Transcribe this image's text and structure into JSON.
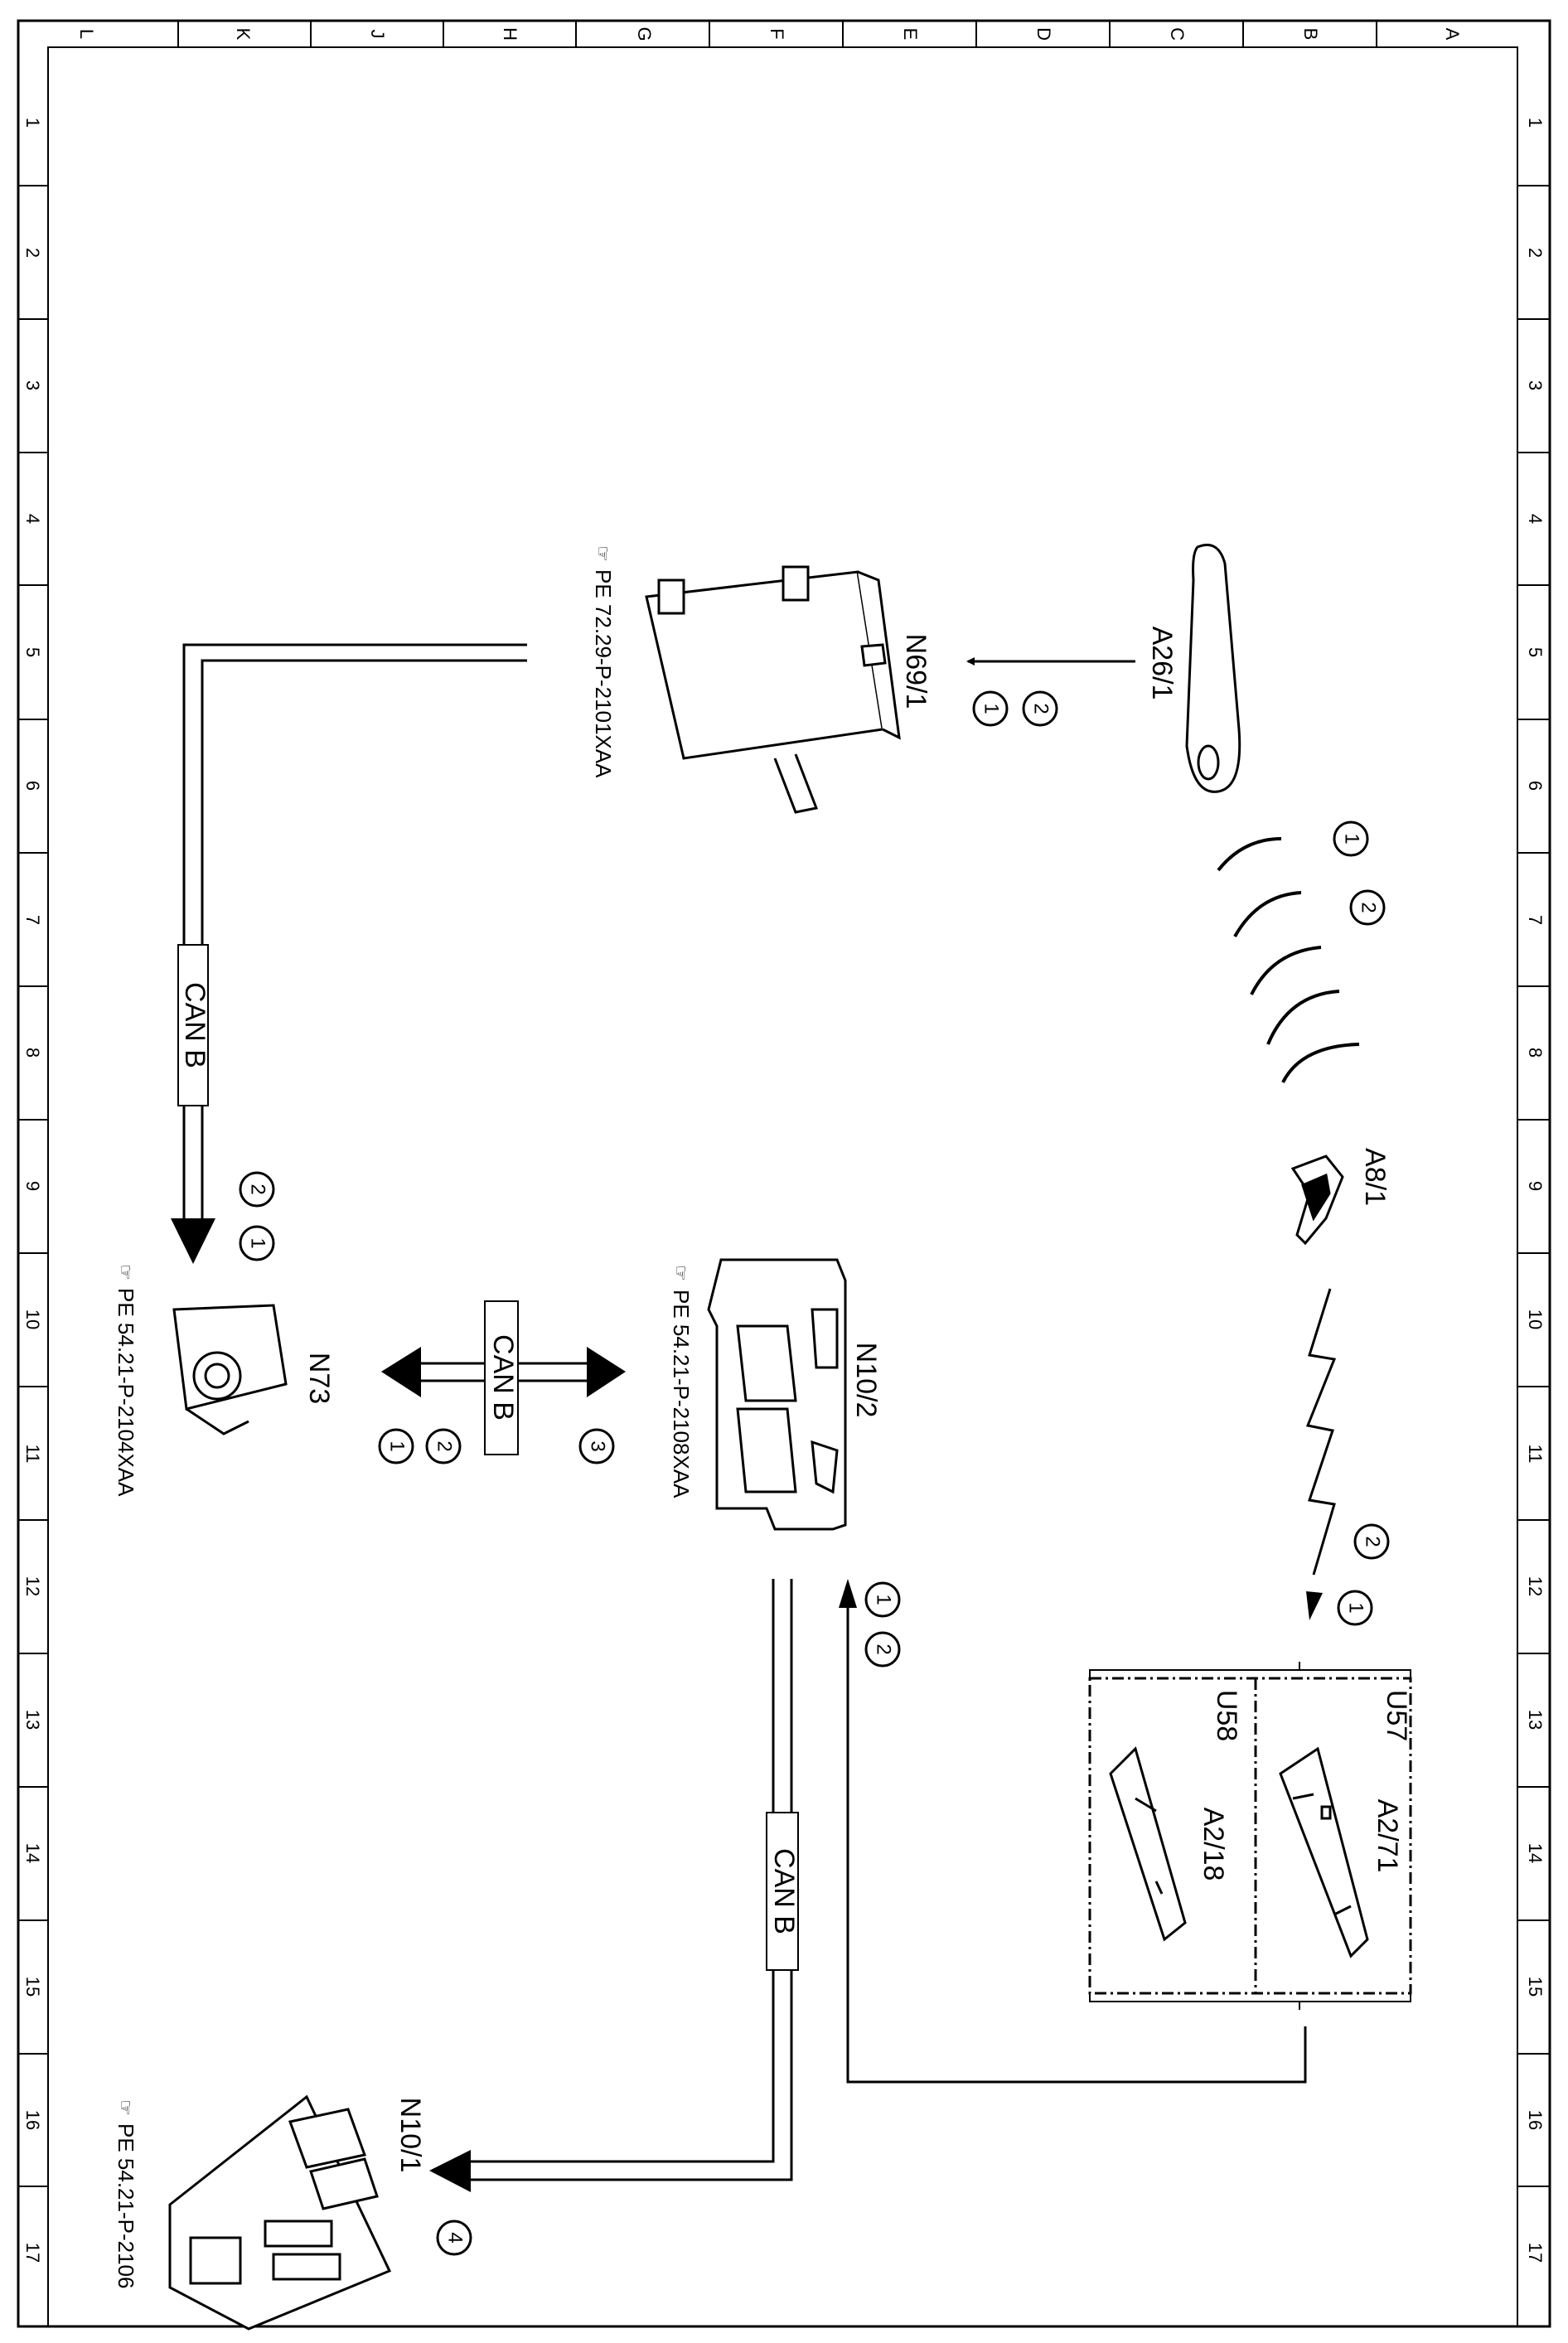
{
  "frame": {
    "columns": [
      "L",
      "K",
      "J",
      "H",
      "G",
      "F",
      "E",
      "D",
      "C",
      "B",
      "A"
    ],
    "rows": [
      "1",
      "2",
      "3",
      "4",
      "5",
      "6",
      "7",
      "8",
      "9",
      "10",
      "11",
      "12",
      "13",
      "14",
      "15",
      "16",
      "17"
    ]
  },
  "components": {
    "a26_1": "A26/1",
    "n69_1": "N69/1",
    "a8_1": "A8/1",
    "n10_2": "N10/2",
    "n73": "N73",
    "n10_1": "N10/1",
    "u57": "U57",
    "u58": "U58",
    "a2_71": "A2/71",
    "a2_18": "A2/18"
  },
  "references": {
    "n69_1": "PE 72.29-P-2101XAA",
    "n10_2": "PE 54.21-P-2108XAA",
    "n73": "PE 54.21-P-2104XAA",
    "n10_1": "PE 54.21-P-2106"
  },
  "bus_labels": {
    "can_1": "CAN B",
    "can_2": "CAN B",
    "can_3": "CAN B"
  },
  "steps": {
    "a26_a": "2",
    "a26_b": "1",
    "wave_a": "1",
    "wave_b": "2",
    "key_a": "2",
    "key_b": "1",
    "u57_a": "1",
    "u57_b": "2",
    "n73_a": "2",
    "n73_b": "1",
    "bi_a": "3",
    "bi_b": "2",
    "bi_c": "1",
    "n10_1": "4"
  }
}
